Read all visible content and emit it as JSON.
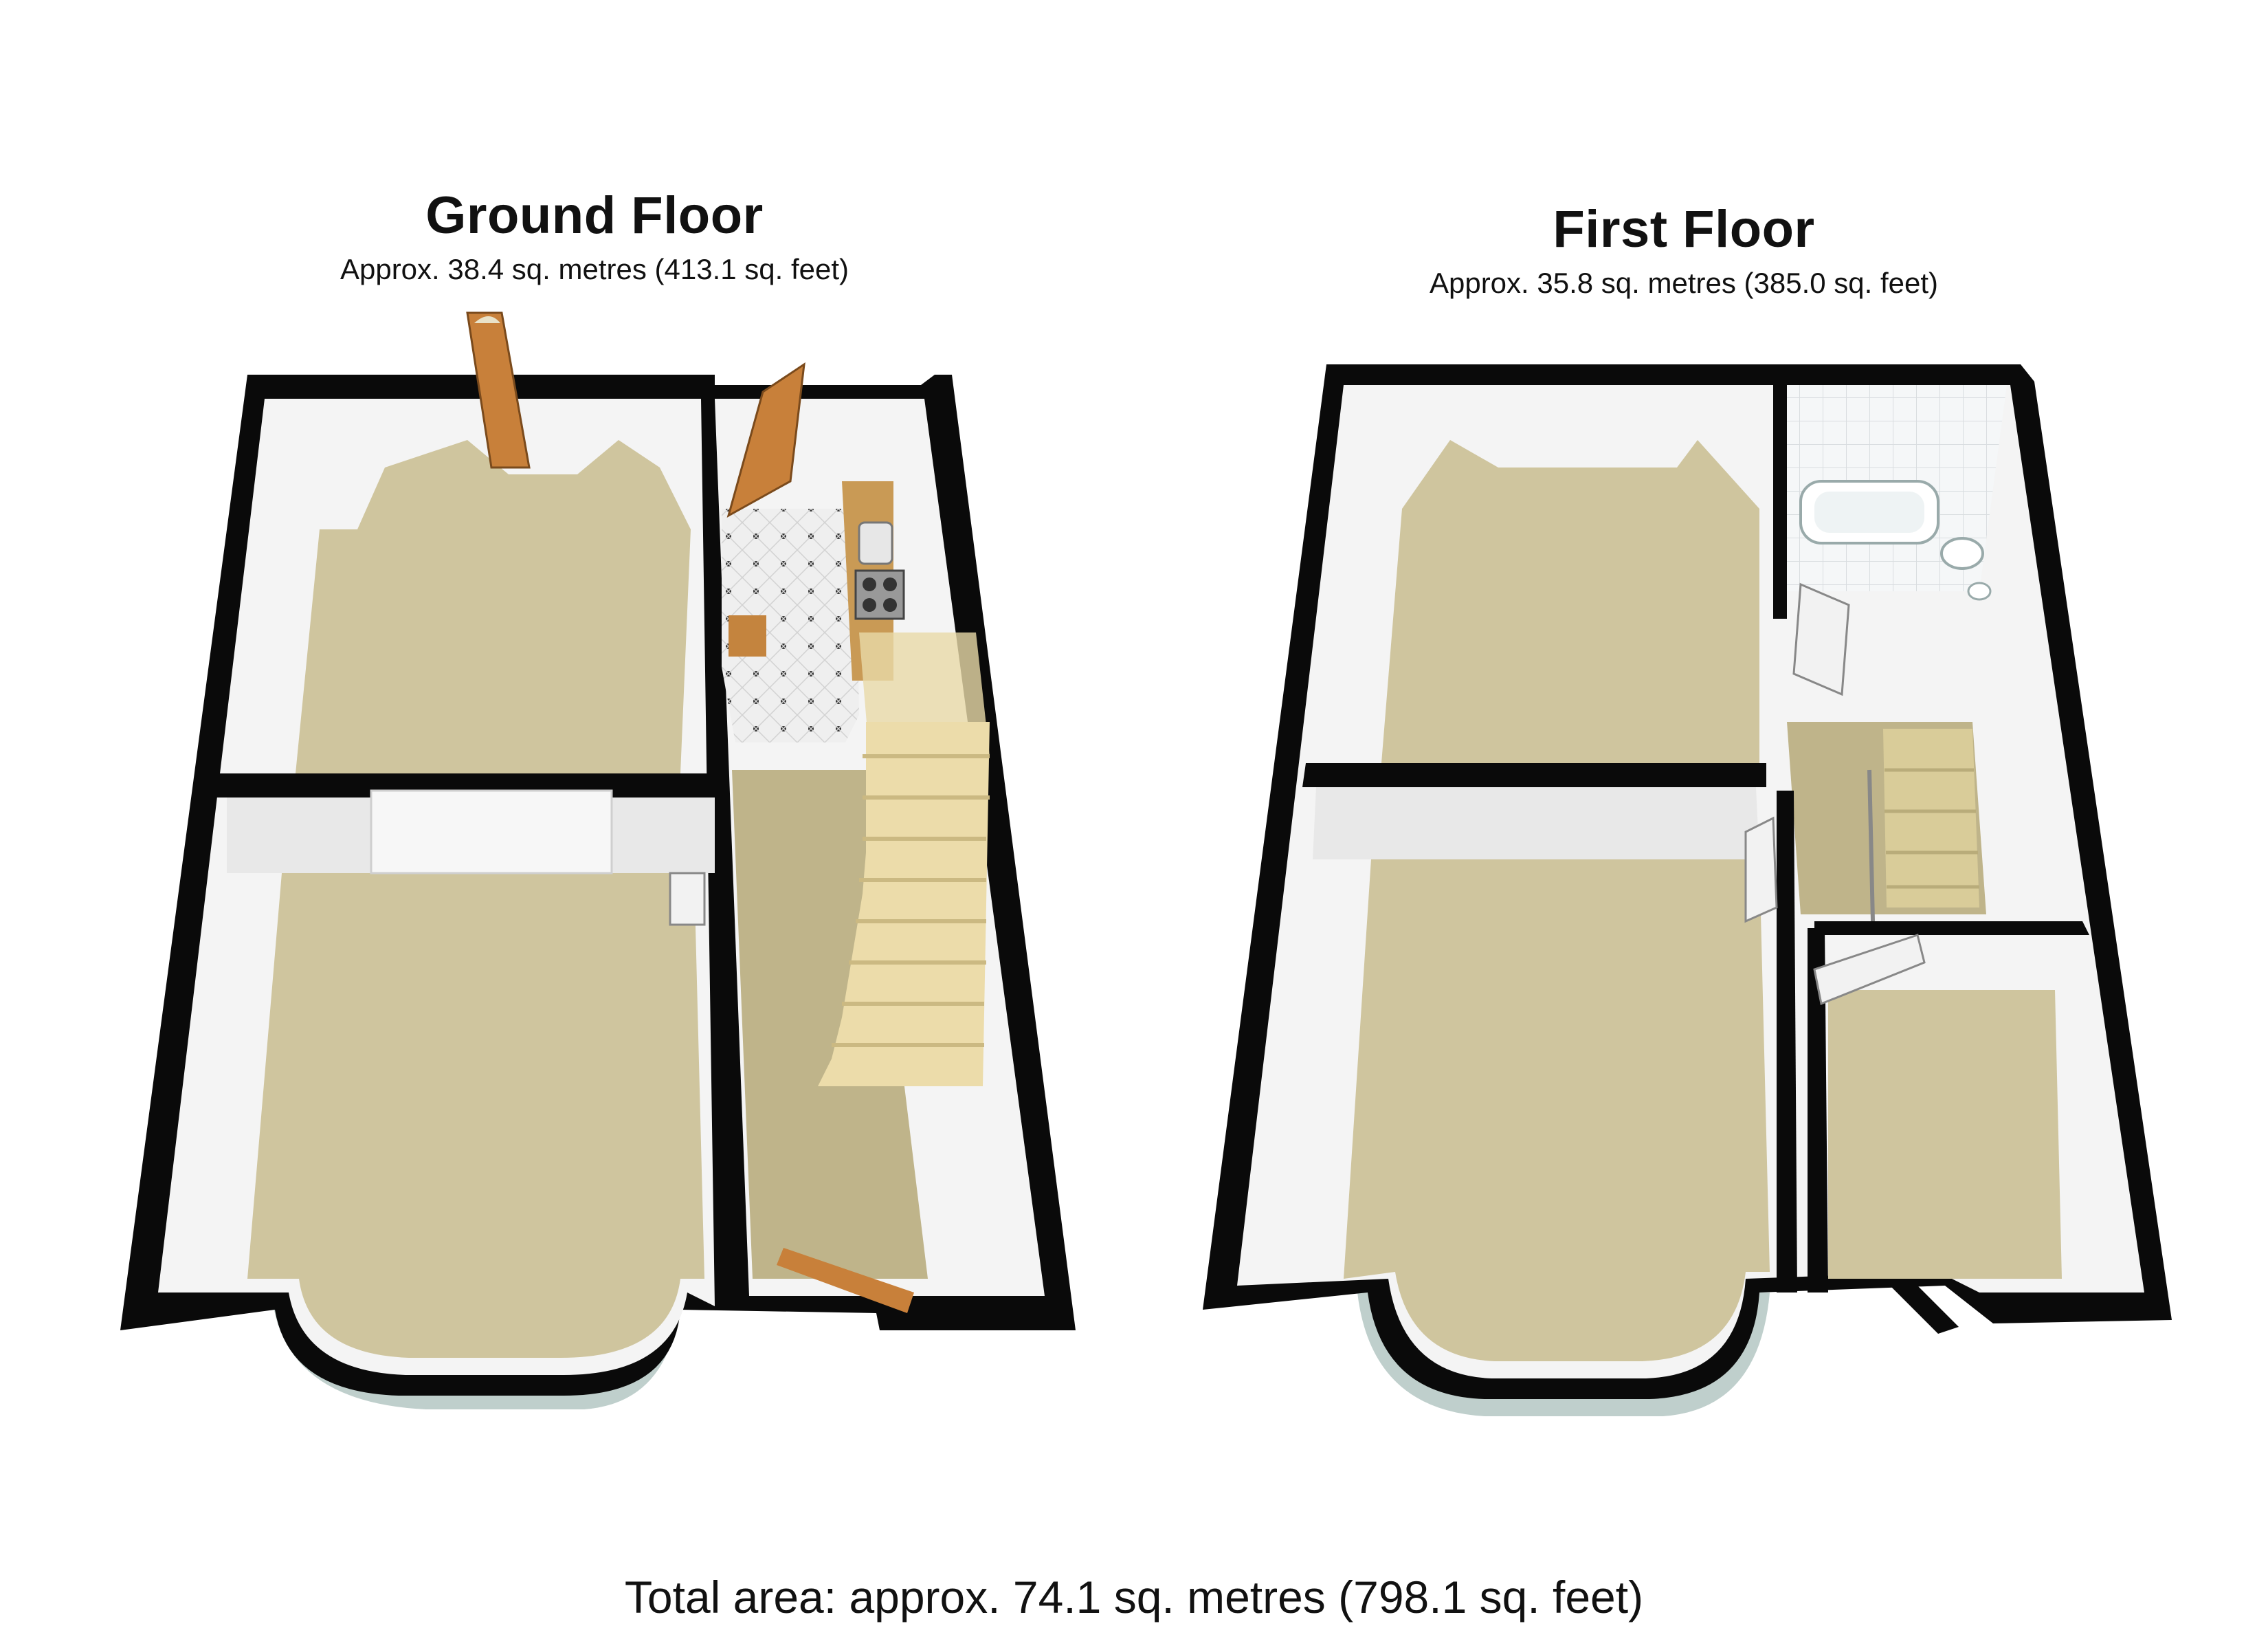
{
  "ground_floor": {
    "title": "Ground Floor",
    "area": "Approx.  38.4 sq. metres (413.1 sq. feet)"
  },
  "first_floor": {
    "title": "First Floor",
    "area": "Approx.  35.8 sq. metres (385.0 sq. feet)"
  },
  "total_area": "Total area: approx.  74.1 sq. metres (798.1 sq. feet)",
  "colors": {
    "wall": "#0a0a0a",
    "wall_inner": "#f4f4f4",
    "wall_shade": "#dcdcdc",
    "carpet": "#cfc59e",
    "carpet_dark": "#bfb48a",
    "tile": "#ececec",
    "stair": "#ecdcaa",
    "door": "#c8803a",
    "glass": "#cfe7e6"
  },
  "icons": [
    "front-door-icon",
    "side-door-icon",
    "sink-icon",
    "hob-icon",
    "bath-icon",
    "basin-icon",
    "toilet-icon",
    "staircase-icon"
  ]
}
